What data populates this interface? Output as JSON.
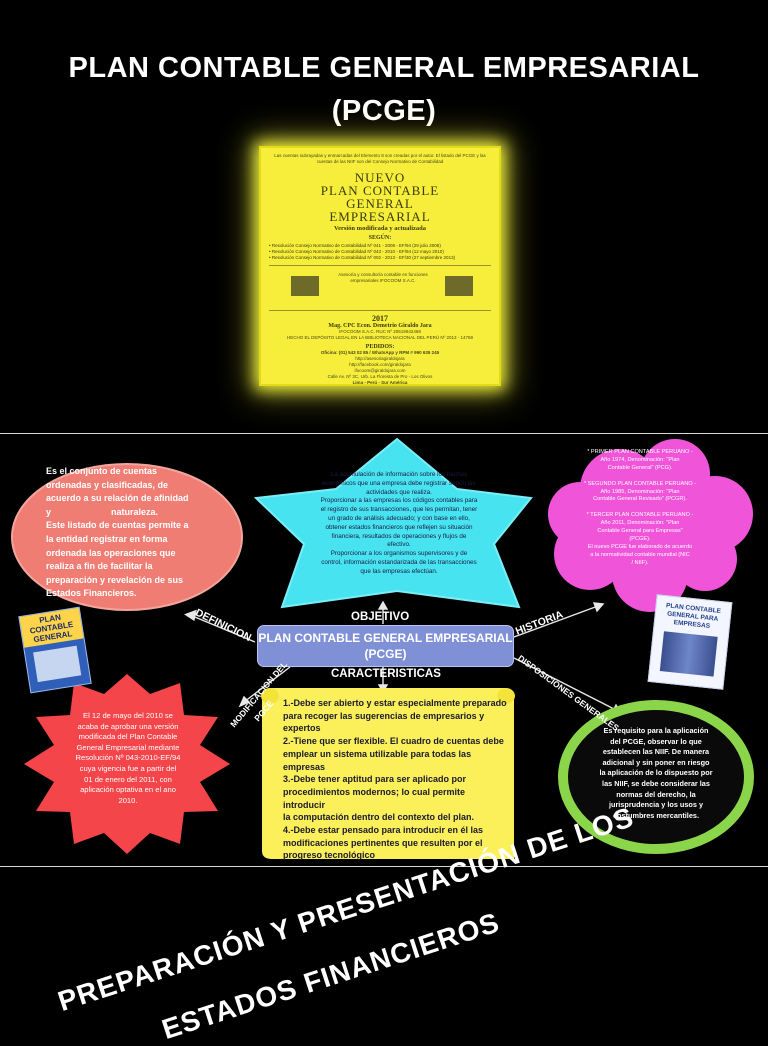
{
  "top": {
    "title_line1": "PLAN CONTABLE GENERAL EMPRESARIAL",
    "title_line2": "(PCGE)"
  },
  "cover": {
    "header": "Las cuentas subrayadas y enmarcadas del Elemento 8 son creadas por el autor. El listado del PCGE y las cuentas de las NIIF son del Consejo Normativo de Contabilidad",
    "nuevo": "NUEVO",
    "plan_contable": "PLAN CONTABLE",
    "general": "GENERAL",
    "empresarial": "EMPRESARIAL",
    "subtitle": "Versión modificada y actualizada",
    "segun": "SEGÚN:",
    "res1": "• Resolución Consejo Normativo de Contabilidad Nº 041 - 2008 - EF/94 (29 julio 2008)",
    "res2": "• Resolución Consejo Normativo de Contabilidad Nº 043 - 2010 - EF/94 (12 mayo 2010)",
    "res3": "• Resolución Consejo Normativo de Contabilidad Nº 002 - 2013 - EF/30 (27 septiembre 2013)",
    "promo": "Asesoría y consultoría contable en funciones empresariales IFOCOOM S.A.C.",
    "year": "2017",
    "author": "Mag. CPC Econ. Demetrio Giraldo Jara",
    "company": "IFOCOOM S.A.C.  RUC Nº 20519842468",
    "deposit": "HECHO EL DEPÓSITO LEGAL EN LA BIBLIOTECA NACIONAL DEL PERÚ Nº 2013 - 14769",
    "pedidos": "PEDIDOS:",
    "phone": "Oficina: (01) 543 02 85  /  WhatsApp y RPM  # 990 635 245",
    "contact_lines": [
      "http://asesoriagiraldojara",
      "http://facebook.com/giraldojara",
      "ifocoom@giraldojara.com"
    ],
    "address": "Calle Av. Nº 3C, Urb. La Floresta de Pro - Los Olivos",
    "city": "Lima - Perú - Sur América"
  },
  "map": {
    "center_line1": "PLAN CONTABLE GENERAL EMPRESARIAL",
    "center_line2": "(PCGE)",
    "labels": {
      "definicion": "DEFINICION",
      "objetivo": "OBJETIVO",
      "historia": "HISTORIA",
      "caracteristicas": "CARACTERISTICAS",
      "modificacion_line1": "MODIFICACION DEL",
      "modificacion_line2": "PGCE",
      "disposiciones": "DISPOSICIONES GENERALES"
    },
    "definicion_text": [
      "Es el conjunto de cuentas",
      "ordenadas y clasificadas, de",
      "acuerdo a su relación de afinidad",
      "y                        naturaleza.",
      "Este listado de cuentas permite a",
      "la entidad registrar en forma",
      "ordenada las operaciones que",
      "realiza a fin de facilitar la",
      "preparación y revelación de sus",
      "Estados Financieros."
    ],
    "objetivo_text": [
      "La acumulación de información sobre los hechos",
      "económicos que una empresa debe registrar según las",
      "actividades que realiza.",
      "Proporcionar a las empresas los códigos contables para",
      "el registro de sus transacciones, que les permitan, tener",
      "un grado de análisis adecuado; y con base en ello,",
      "obtener estados financieros que reflejen su situación",
      "financiera, resultados de operaciones y flujos de",
      "efectivo.",
      "Proporcionar a los organismos supervisores y de",
      "control, información estandarizada de las transacciones",
      "que las empresas efectúan."
    ],
    "historia_text": [
      "* PRIMER PLAN CONTABLE PERUANO -",
      "Año 1974, Denominación: \"Plan",
      "Contable General\" (PCG).",
      "",
      "* SEGUNDO PLAN CONTABLE PERUANO -",
      "Año 1985, Denominación: \"Plan",
      "Contable General Revisado\" (PCGR).",
      "",
      "* TERCER PLAN CONTABLE PERUANO -",
      "Año 2011, Denominación: \"Plan",
      "Contable General para Empresas\"",
      "(PCGE).",
      "El nuevo PCGE fue elaborado de acuerdo",
      "a la normatividad contable mundial (NIC",
      "/ NIIF)."
    ],
    "modificacion_text": [
      "El 12 de mayo del 2010 se",
      "acaba de aprobar una versión",
      "modificada del Plan Contable",
      "General Empresarial mediante",
      "Resolución Nº 043-2010-EF/94",
      "cuya vigencia fue a partir del",
      "01 de enero del 2011, con",
      "aplicación optativa en el ano",
      "2010."
    ],
    "caracteristicas_text": [
      "1.-Debe ser abierto y estar especialmente preparado",
      "para recoger las sugerencias de empresarios y",
      "expertos",
      "2.-Tiene que ser flexible. El cuadro de cuentas debe",
      "emplear un sistema utilizable para todas las",
      "empresas",
      "3.-Debe tener aptitud para ser aplicado por",
      "procedimientos modernos; lo cual permite introducir",
      "la computación dentro del contexto del plan.",
      "4.-Debe estar pensado para introducir en él las",
      "modificaciones pertinentes que resulten por el",
      "progreso tecnológico"
    ],
    "disposiciones_text": [
      "Es requisito para la aplicación",
      "del PCGE, observar lo que",
      "establecen las NIIF. De manera",
      "adicional y sin poner en riesgo",
      "la aplicación de lo dispuesto por",
      "las NIIF, se debe considerar las",
      "normas del derecho, la",
      "jurisprudencia y los usos y",
      "costumbres mercantiles."
    ],
    "book_left": [
      "PLAN",
      "CONTABLE",
      "GENERAL"
    ],
    "book_right": [
      "PLAN CONTABLE",
      "GENERAL PARA",
      "EMPRESAS"
    ]
  },
  "bottom": {
    "line1": "PREPARACIÓN Y PRESENTACIÓN DE LOS",
    "line2": "ESTADOS FINANCIEROS"
  },
  "colors": {
    "cover_yellow": "#f6ee3a",
    "oval_salmon": "#f07d73",
    "pentagon_cyan": "#48e3f0",
    "cloud_magenta": "#f055d9",
    "star_red": "#f4454a",
    "scroll_yellow": "#fbf05a",
    "circle_green": "#8bd54a",
    "center_blue": "#7f90d6"
  }
}
